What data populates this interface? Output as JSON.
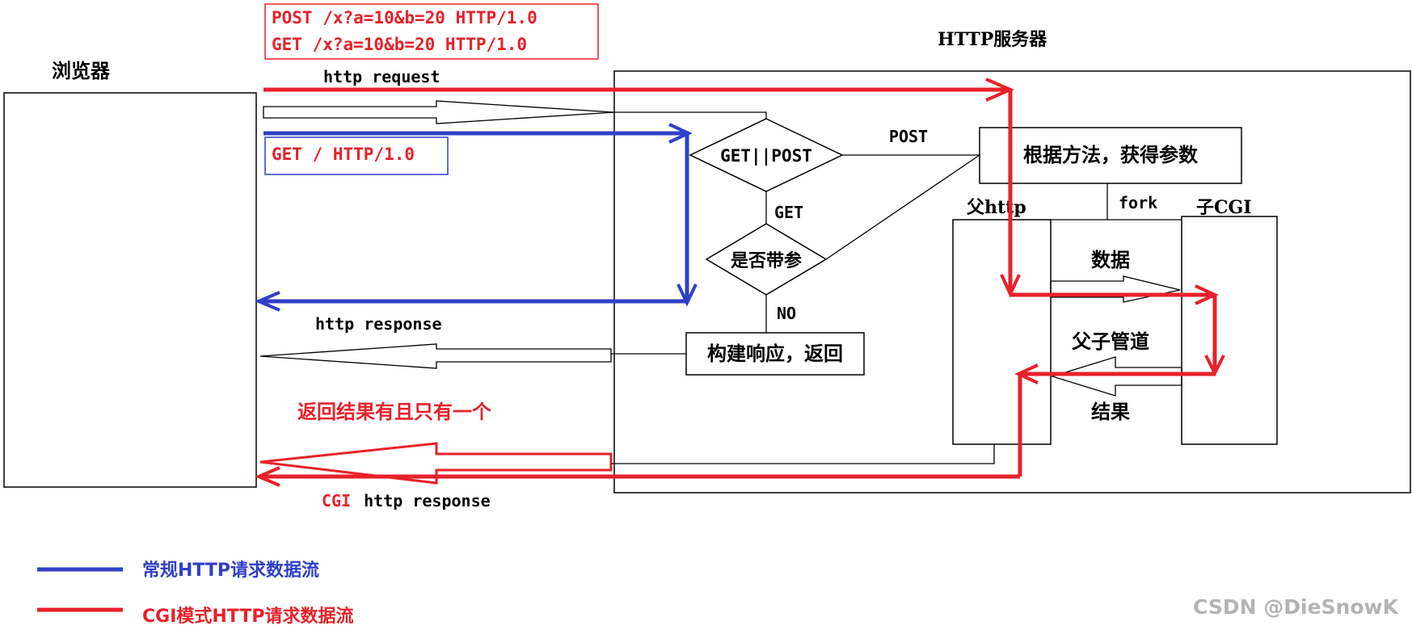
{
  "colors": {
    "red": "#e8212a",
    "blue": "#2f3fc8",
    "black": "#000000",
    "watermark": "#b4b4b4"
  },
  "requests": {
    "post_line": "POST /x?a=10&b=20 HTTP/1.0",
    "get_line": "GET /x?a=10&b=20 HTTP/1.0",
    "plain_get": "GET / HTTP/1.0"
  },
  "browser": {
    "title": "浏览器"
  },
  "server": {
    "title": "HTTP服务器"
  },
  "labels": {
    "http_request": "http request",
    "http_response": "http response",
    "cgi_response_prefix": "CGI",
    "cgi_response_suffix": "http response",
    "single_result": "返回结果有且只有一个"
  },
  "nodes": {
    "method_decision": "GET||POST",
    "has_params_decision": "是否带参",
    "get_params_box": "根据方法，获得参数",
    "build_response_box": "构建响应，返回",
    "parent_http": "父http",
    "child_cgi": "子CGI"
  },
  "edges": {
    "post": "POST",
    "get": "GET",
    "no": "NO",
    "fork": "fork",
    "data": "数据",
    "pipe": "父子管道",
    "result": "结果"
  },
  "legend": [
    {
      "label": "常规HTTP请求数据流",
      "color": "#2f3fc8"
    },
    {
      "label": "CGI模式HTTP请求数据流",
      "color": "#e8212a"
    }
  ],
  "watermark": "CSDN @DieSnowK"
}
